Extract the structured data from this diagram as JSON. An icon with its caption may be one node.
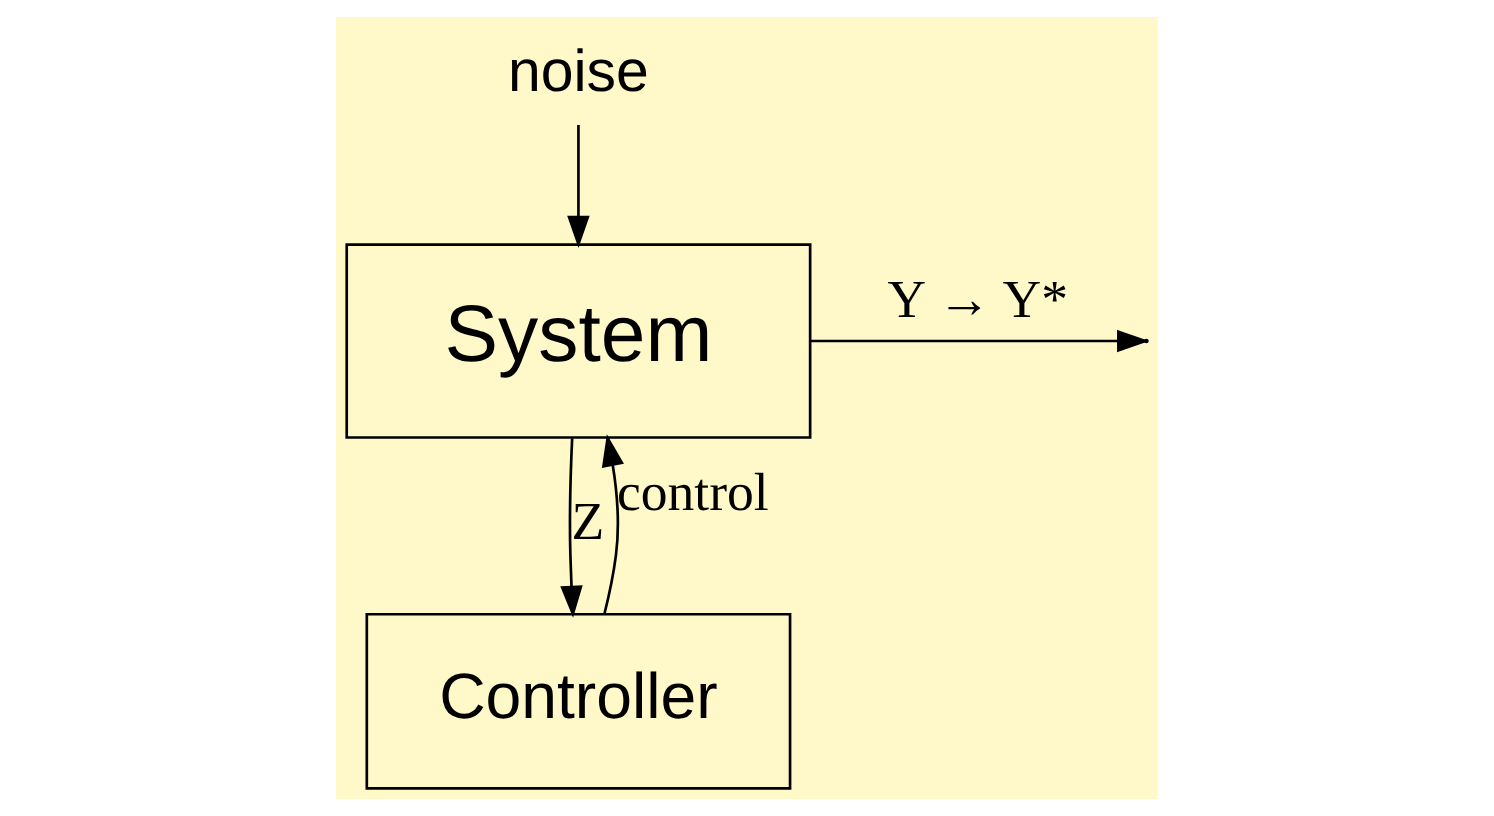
{
  "diagram": {
    "nodes": [
      {
        "text": [
          "System"
        ]
      },
      {
        "text": [
          "Controller"
        ]
      },
      {
        "text": [
          "noise"
        ]
      }
    ],
    "edges": [
      {
        "from": 2,
        "to": 0,
        "arrow": "to"
      },
      {
        "from": 0,
        "to": null,
        "arrow": "to",
        "label": "Y → Y*"
      },
      {
        "from": 0,
        "to": 1,
        "arrow": "to",
        "label": "Z"
      },
      {
        "from": 1,
        "to": 0,
        "arrow": "to",
        "label": "control"
      }
    ]
  }
}
